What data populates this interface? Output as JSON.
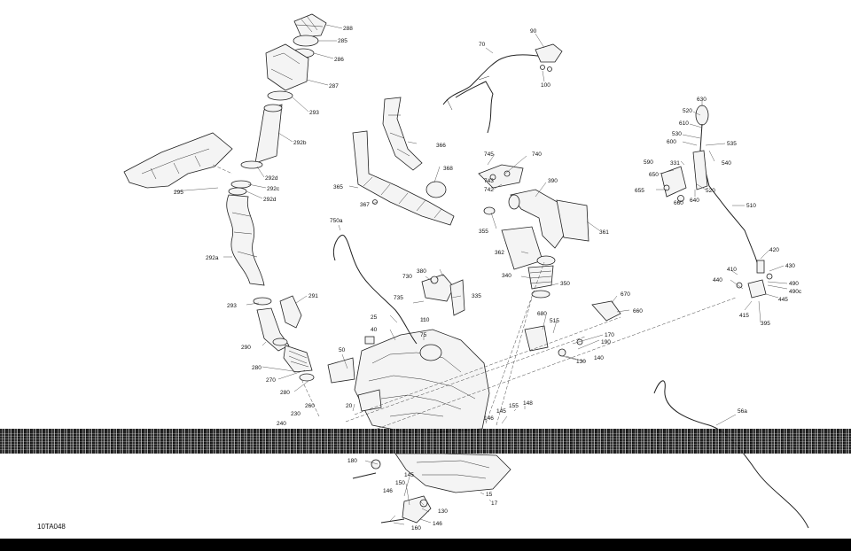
{
  "figure_code": "10TA048",
  "labels": {
    "l288": "288",
    "l285": "285",
    "l286": "286",
    "l287": "287",
    "l293a": "293",
    "l292b": "292b",
    "l292d1": "292d",
    "l292c": "292c",
    "l292d2": "292d",
    "l295": "295",
    "l292a": "292a",
    "l293b": "293",
    "l291": "291",
    "l290": "290",
    "l280a": "280",
    "l270": "270",
    "l280b": "280",
    "l260": "260",
    "l230": "230",
    "l240": "240",
    "l70": "70",
    "l90": "90",
    "l100": "100",
    "l366": "366",
    "l368": "368",
    "l365": "365",
    "l367": "367",
    "l745": "745",
    "l740": "740",
    "l743": "743",
    "l742": "742",
    "l390": "390",
    "l355": "355",
    "l361": "361",
    "l362": "362",
    "l340": "340",
    "l350": "350",
    "l750a": "750a",
    "l730": "730",
    "l380": "380",
    "l735": "735",
    "l335": "335",
    "l110": "110",
    "l25": "25",
    "l40": "40",
    "l75": "75",
    "l50": "50",
    "l20": "20",
    "l670": "670",
    "l660": "660",
    "l680": "680",
    "l515": "515",
    "l170": "170",
    "l190": "190",
    "l130a": "130",
    "l140": "140",
    "l146a": "146",
    "l145a": "145",
    "l155": "155",
    "l148a": "148",
    "l630": "630",
    "l520a": "520",
    "l610": "610",
    "l530": "530",
    "l600": "600",
    "l535": "535",
    "l590": "590",
    "l331": "331",
    "l540": "540",
    "l650": "650",
    "l655": "655",
    "l520b": "520",
    "l660b": "660",
    "l640": "640",
    "l510": "510",
    "l420": "420",
    "l410": "410",
    "l430": "430",
    "l440": "440",
    "l490": "490",
    "l490c": "490c",
    "l445": "445",
    "l415": "415",
    "l395": "395",
    "l56a": "56a",
    "l180": "180",
    "l145b": "145",
    "l150": "150",
    "l146b": "146",
    "l130b": "130",
    "l15": "15",
    "l17": "17",
    "l160": "160",
    "l146c": "146"
  }
}
